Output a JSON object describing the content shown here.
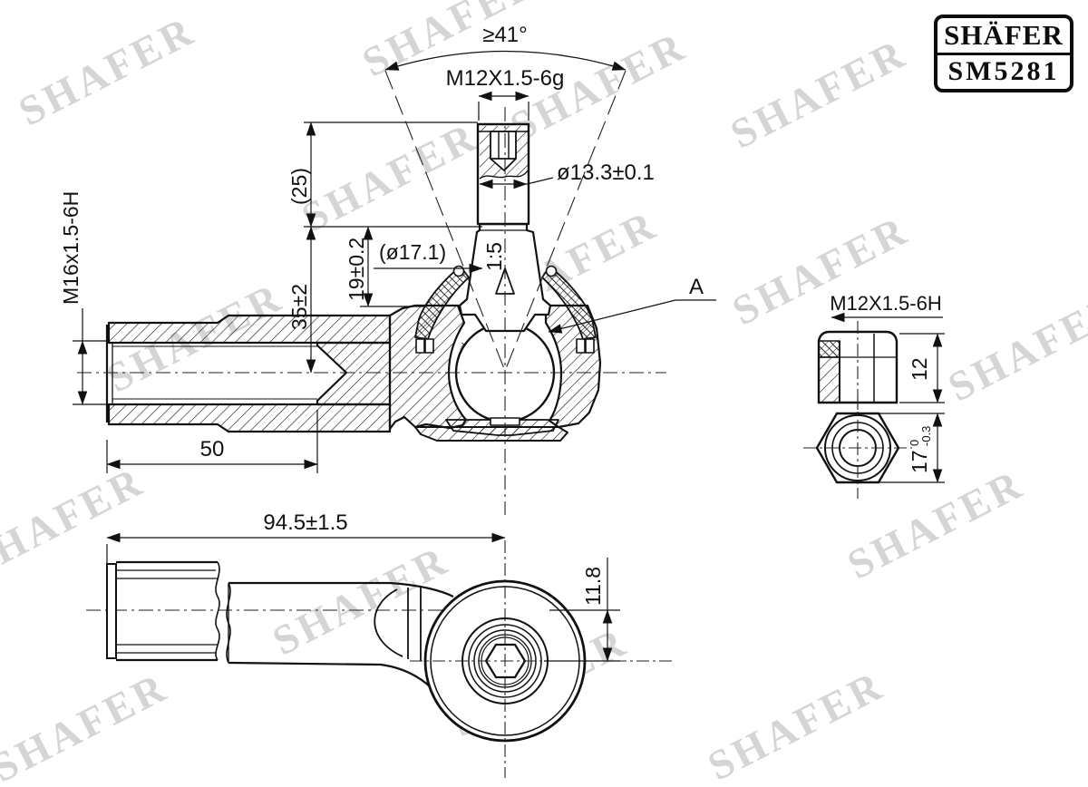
{
  "logo": {
    "brand": "SHÄFER",
    "part": "SM5281"
  },
  "watermark": {
    "text": "SHAFER"
  },
  "dims": {
    "swing_angle": "≥41°",
    "stud_thread": "M12X1.5-6g",
    "thread_length": "(25)",
    "stud_diameter": "ø13.3±0.1",
    "housing_thread": "M16x1.5-6H",
    "height_35": "35±2",
    "height_19": "19±0.2",
    "taper_diameter": "(ø17.1)",
    "taper_ratio": "1:5",
    "detail_label": "A",
    "thread_depth_50": "50",
    "nut_thread": "M12X1.5-6H",
    "nut_height_12": "12",
    "nut_af_17": "17",
    "nut_af_tol_upper": "0",
    "nut_af_tol_lower": "-0.3",
    "overall_length": "94.5±1.5",
    "axis_offset": "11.8"
  }
}
